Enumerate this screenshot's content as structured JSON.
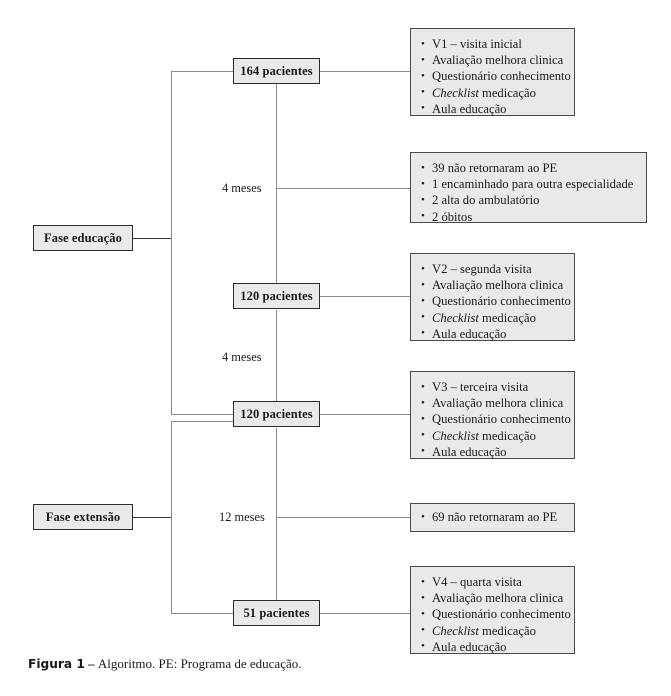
{
  "figure": {
    "caption_label": "Figura 1",
    "caption_dash": "–",
    "caption_text": "Algoritmo. PE: Programa de educação."
  },
  "colors": {
    "box_fill": "#e9e9e9",
    "box_border": "#2b2b2b",
    "connector": "#8a8a8a",
    "text": "#1a1a1a"
  },
  "phases": [
    {
      "label": "Fase educação"
    },
    {
      "label": "Fase extensão"
    }
  ],
  "intervals": [
    {
      "label": "4 meses"
    },
    {
      "label": "4 meses"
    },
    {
      "label": "12 meses"
    }
  ],
  "cohorts": [
    {
      "label": "164 pacientes",
      "count": 164
    },
    {
      "label": "120 pacientes",
      "count": 120
    },
    {
      "label": "120 pacientes",
      "count": 120
    },
    {
      "label": "51 pacientes",
      "count": 51
    }
  ],
  "visits": [
    {
      "name": "visit-1",
      "items": [
        {
          "text": "V1 – visita inicial",
          "italic_prefix": ""
        },
        {
          "text": "Avaliação melhora clinica",
          "italic_prefix": ""
        },
        {
          "text": "Questionário conhecimento",
          "italic_prefix": ""
        },
        {
          "text": " medicação",
          "italic_prefix": "Checklist"
        },
        {
          "text": "Aula educação",
          "italic_prefix": ""
        }
      ]
    },
    {
      "name": "visit-2",
      "items": [
        {
          "text": "V2 – segunda visita",
          "italic_prefix": ""
        },
        {
          "text": "Avaliação melhora clinica",
          "italic_prefix": ""
        },
        {
          "text": "Questionário conhecimento",
          "italic_prefix": ""
        },
        {
          "text": " medicação",
          "italic_prefix": "Checklist"
        },
        {
          "text": "Aula educação",
          "italic_prefix": ""
        }
      ]
    },
    {
      "name": "visit-3",
      "items": [
        {
          "text": "V3 – terceira visita",
          "italic_prefix": ""
        },
        {
          "text": "Avaliação melhora clinica",
          "italic_prefix": ""
        },
        {
          "text": "Questionário conhecimento",
          "italic_prefix": ""
        },
        {
          "text": " medicação",
          "italic_prefix": "Checklist"
        },
        {
          "text": "Aula educação",
          "italic_prefix": ""
        }
      ]
    },
    {
      "name": "visit-4",
      "items": [
        {
          "text": "V4 – quarta visita",
          "italic_prefix": ""
        },
        {
          "text": "Avaliação melhora clinica",
          "italic_prefix": ""
        },
        {
          "text": "Questionário conhecimento",
          "italic_prefix": ""
        },
        {
          "text": " medicação",
          "italic_prefix": "Checklist"
        },
        {
          "text": "Aula educação",
          "italic_prefix": ""
        }
      ]
    }
  ],
  "dropouts": [
    {
      "name": "dropout-1",
      "items": [
        {
          "text": "39 não retornaram ao PE",
          "italic_prefix": ""
        },
        {
          "text": "1 encaminhado para outra especialidade",
          "italic_prefix": ""
        },
        {
          "text": "2 alta do ambulatório",
          "italic_prefix": ""
        },
        {
          "text": "2 óbitos",
          "italic_prefix": ""
        }
      ]
    },
    {
      "name": "dropout-2",
      "items": [
        {
          "text": "69 não retornaram ao PE",
          "italic_prefix": ""
        }
      ]
    }
  ]
}
